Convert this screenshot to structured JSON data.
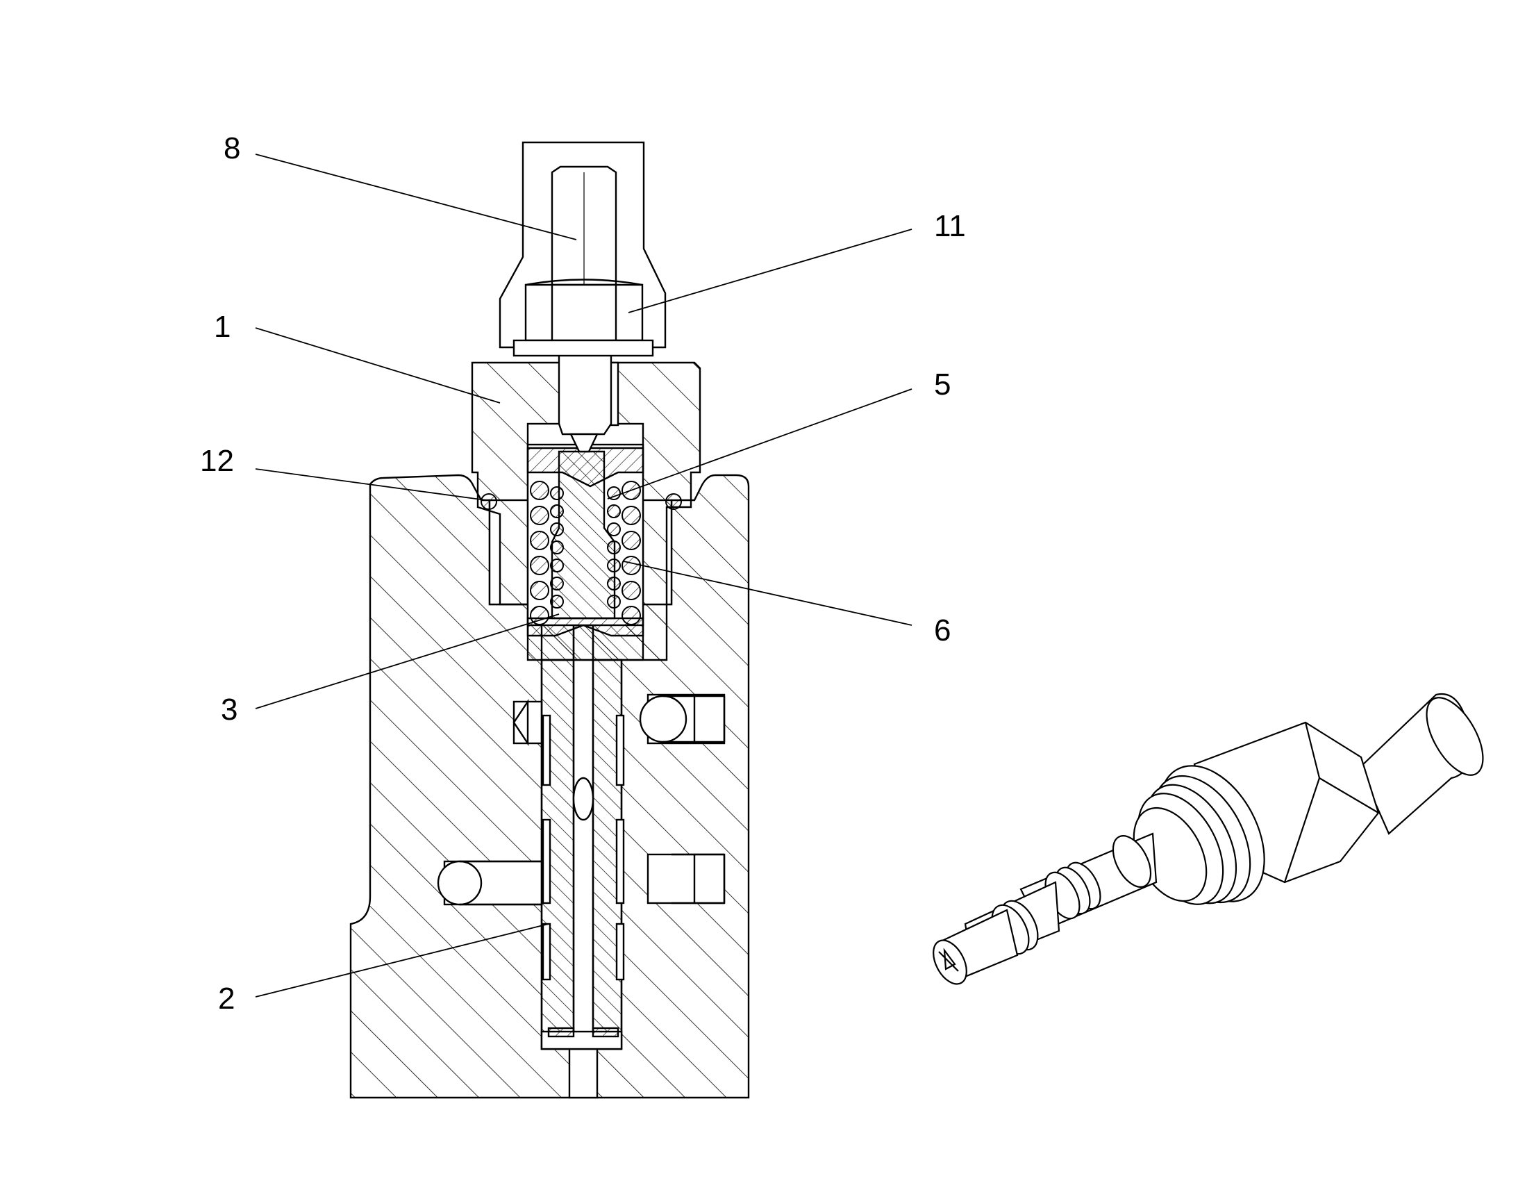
{
  "callouts": {
    "c1": "1",
    "c2": "2",
    "c3": "3",
    "c5": "5",
    "c6": "6",
    "c8": "8",
    "c11": "11",
    "c12": "12"
  },
  "colors": {
    "ink": "#000000",
    "background": "#ffffff"
  }
}
